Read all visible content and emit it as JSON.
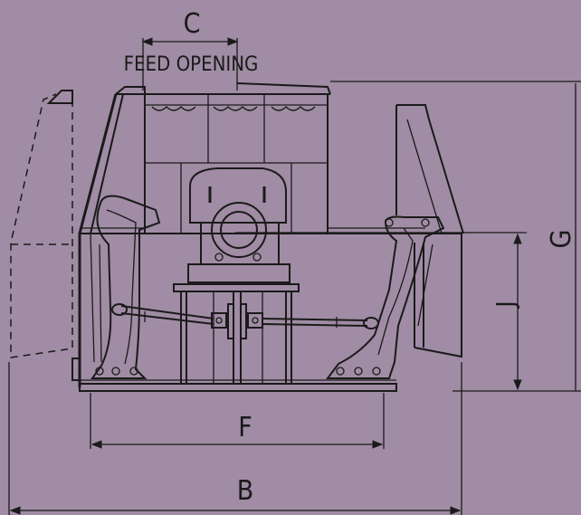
{
  "labels": {
    "c": "C",
    "feed_opening": "FEED OPENING",
    "g": "G",
    "j": "J",
    "f": "F",
    "b": "B"
  },
  "colors": {
    "background": "#a08ca4",
    "line": "#1a1a1a"
  }
}
